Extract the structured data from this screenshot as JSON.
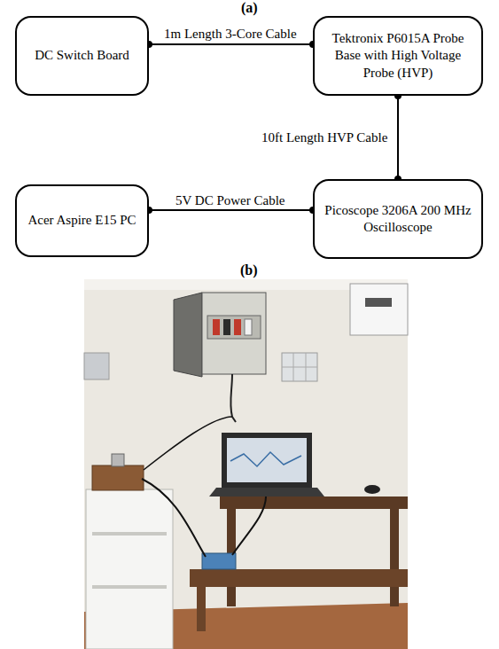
{
  "diagram": {
    "nodes": [
      {
        "text": [
          "DC Switch Board"
        ]
      },
      {
        "text": [
          "Tektronix P6015A Probe Base with High Voltage Probe (HVP)"
        ]
      },
      {
        "text": [
          "Acer Aspire E15 PC"
        ]
      },
      {
        "text": [
          "Picoscope 3206A 200 MHz Oscilloscope"
        ]
      }
    ],
    "edges": [
      {
        "from": 0,
        "to": 1,
        "arrow": "none",
        "label": "1m Length 3-Core Cable"
      },
      {
        "from": 1,
        "to": 3,
        "arrow": "none",
        "label": "10ft Length HVP Cable"
      },
      {
        "from": 2,
        "to": 3,
        "arrow": "none",
        "label": "5V DC Power Cable"
      }
    ],
    "labels": [
      "(a)",
      "(b)"
    ]
  }
}
